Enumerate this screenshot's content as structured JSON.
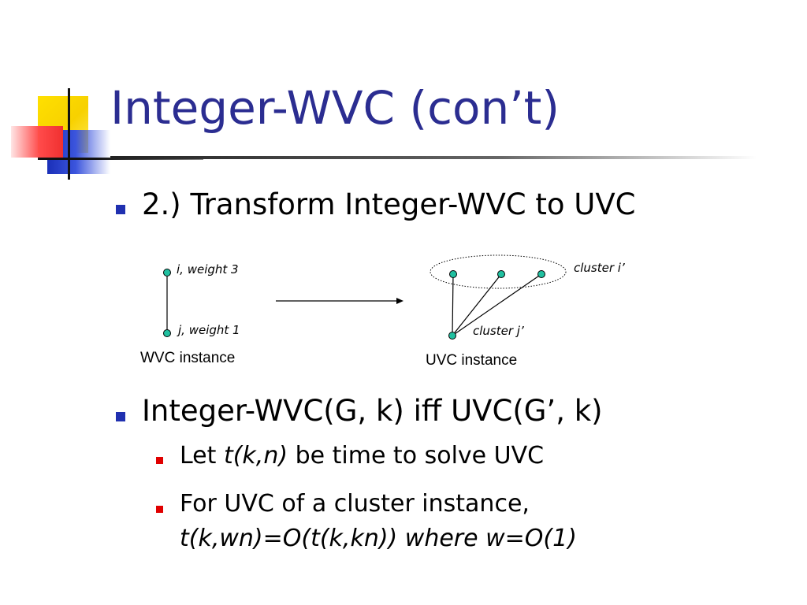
{
  "title": "Integer-WVC (con’t)",
  "bullets": [
    {
      "text": "2.) Transform Integer-WVC to UVC"
    },
    {
      "text": "Integer-WVC(G, k) iff UVC(G’, k)"
    }
  ],
  "sub_bullets": [
    {
      "pre": "Let ",
      "italic": "t(k,n)",
      "post": " be time to solve UVC"
    },
    {
      "line1": "For UVC of a cluster instance,",
      "line2": "t(k,wn)=O(t(k,kn)) where w=O(1)"
    }
  ],
  "diagram": {
    "wvc_node_i_label": "i,  weight 3",
    "wvc_node_j_label": "j, weight 1",
    "wvc_caption": "WVC instance",
    "cluster_i_label": "cluster i’",
    "cluster_j_label": "cluster j’",
    "uvc_caption": "UVC instance"
  },
  "colors": {
    "title": "#2b2d91",
    "bullet_marker": "#2030b0",
    "sub_bullet_marker": "#e00000",
    "node_fill": "#20c0a0"
  }
}
